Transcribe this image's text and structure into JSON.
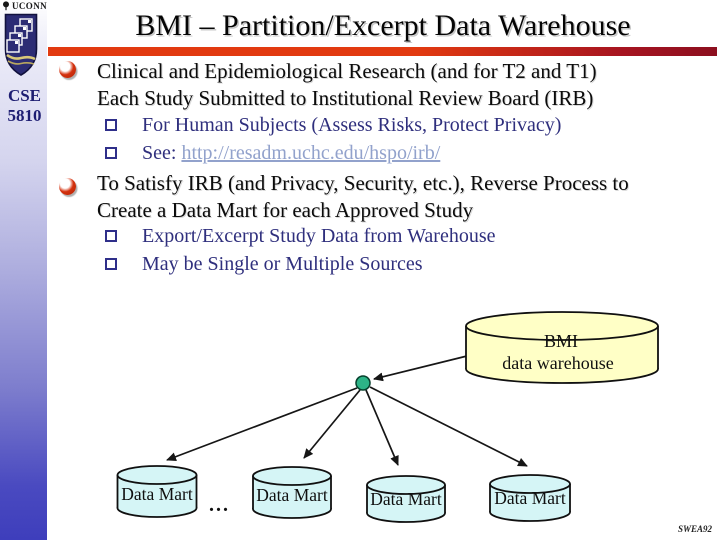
{
  "slide": {
    "title": "BMI – Partition/Excerpt Data Warehouse",
    "footer_code": "SWEA92"
  },
  "sidebar": {
    "wordmark": "UCONN",
    "logo_icon": "uconn-shield",
    "course": {
      "line1": "CSE",
      "line2": "5810"
    }
  },
  "content": {
    "bullets": [
      {
        "icon": "red-ball-bullet",
        "lines": [
          "Clinical and Epidemiological Research (and for T2 and T1)",
          "Each Study Submitted to Institutional Review Board (IRB)"
        ],
        "subs": [
          {
            "icon": "hollow-square-bullet",
            "text": "For Human Subjects (Assess Risks, Protect Privacy)"
          },
          {
            "icon": "hollow-square-bullet",
            "text_prefix": "See: ",
            "link": "http://resadm.uchc.edu/hspo/irb/"
          }
        ]
      },
      {
        "icon": "red-ball-bullet",
        "lines": [
          "To Satisfy IRB (and Privacy, Security, etc.), Reverse Process to",
          "Create a Data Mart for each Approved Study"
        ],
        "subs": [
          {
            "icon": "hollow-square-bullet",
            "text": "Export/Excerpt Study Data from Warehouse"
          },
          {
            "icon": "hollow-square-bullet",
            "text": "May be Single or Multiple Sources"
          }
        ]
      }
    ]
  },
  "diagram": {
    "warehouse": {
      "label_line1": "BMI",
      "label_line2": "data warehouse",
      "fill": "#ffffc6"
    },
    "mart_fill": "#d5f5f6",
    "junction_fill": "#2db487",
    "marts": [
      {
        "label": "Data Mart"
      },
      {
        "label": "Data Mart"
      },
      {
        "label": "Data Mart"
      },
      {
        "label": "Data Mart"
      }
    ],
    "ellipsis": "..."
  },
  "colors": {
    "divider_red_left": "#e23a10",
    "divider_red_right": "#8c0f1f",
    "stripe_blue_bottom": "#3e3ebc",
    "bullet_red": "#c9300d",
    "level1_text": "#0b0b0b",
    "level2_text": "#2f2f7d",
    "link": "#92a2cc"
  }
}
